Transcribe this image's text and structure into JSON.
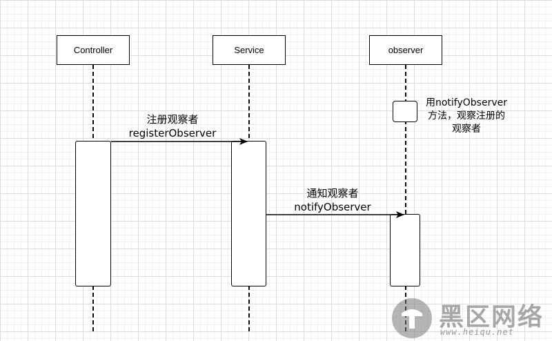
{
  "lifelines": [
    {
      "id": "controller",
      "label": "Controller"
    },
    {
      "id": "service",
      "label": "Service"
    },
    {
      "id": "observer",
      "label": "observer"
    }
  ],
  "messages": [
    {
      "line1": "注册观察者",
      "line2": "registerObserver"
    },
    {
      "line1": "通知观察者",
      "line2": "notifyObserver"
    }
  ],
  "note": {
    "line1": "用notifyObserver",
    "line2": "方法，观察注册的",
    "line3": "观察者"
  },
  "watermark": {
    "text": "黑区网络",
    "url": "www.heiqu.net"
  }
}
